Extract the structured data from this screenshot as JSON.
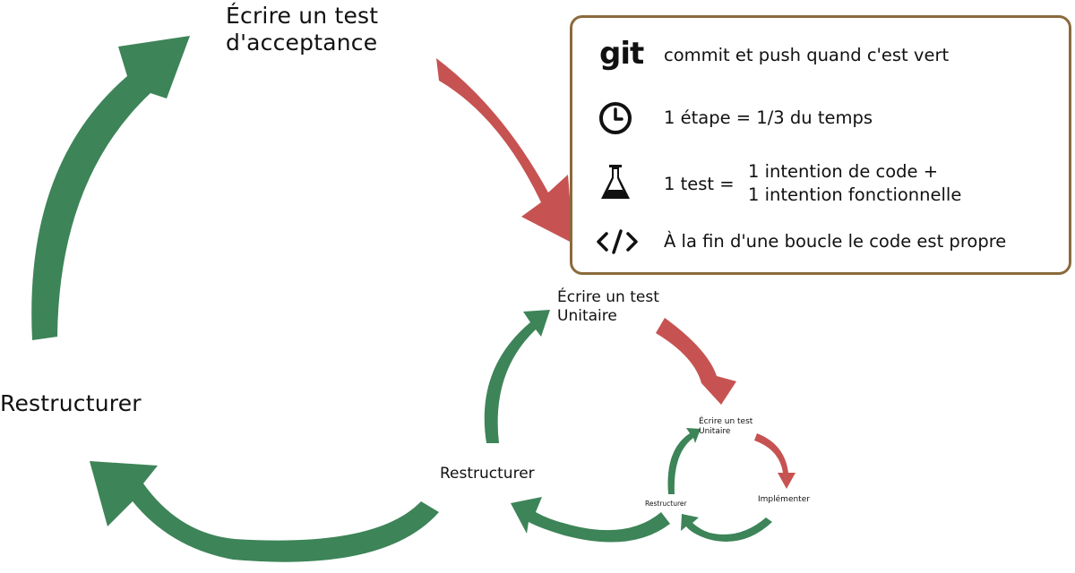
{
  "colors": {
    "red": "#c65352",
    "green": "#3d8458",
    "panel_border": "#8b6a3b",
    "text": "#111111"
  },
  "cycles": {
    "outer": {
      "write_test": "Écrire un test d'acceptance",
      "refactor": "Restructurer"
    },
    "middle": {
      "write_test": "Écrire un test Unitaire",
      "refactor": "Restructurer"
    },
    "inner": {
      "write_test": "Écrire un test Unitaire",
      "implement": "Implémenter",
      "refactor": "Restructurer"
    }
  },
  "rules": {
    "git": {
      "icon": "git-logo",
      "logo_text": "git",
      "text": "commit et push quand c'est vert"
    },
    "timer": {
      "icon": "clock-icon",
      "text": "1 étape = 1/3 du temps"
    },
    "test": {
      "icon": "flask-icon",
      "prefix": "1 test =",
      "line1": "1 intention de code +",
      "line2": "1 intention fonctionnelle"
    },
    "clean": {
      "icon": "code-icon",
      "text": "À la fin d'une boucle le code est propre"
    }
  }
}
